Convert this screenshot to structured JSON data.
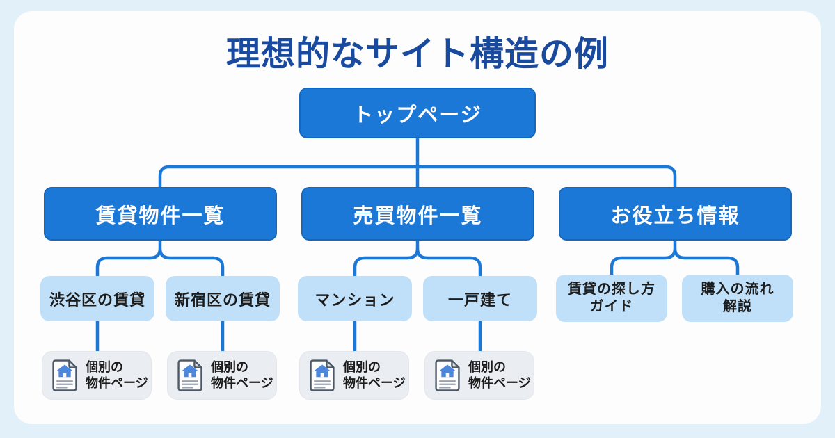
{
  "page": {
    "title": "理想的なサイト構造の例"
  },
  "root": {
    "label": "トップページ"
  },
  "level2": [
    {
      "label": "賃貸物件一覧"
    },
    {
      "label": "売買物件一覧"
    },
    {
      "label": "お役立ち情報"
    }
  ],
  "level3": [
    {
      "label": "渋谷区の賃貸"
    },
    {
      "label": "新宿区の賃貸"
    },
    {
      "label": "マンション"
    },
    {
      "label": "一戸建て"
    },
    {
      "line1": "賃貸の探し方",
      "line2": "ガイド"
    },
    {
      "line1": "購入の流れ",
      "line2": "解説"
    }
  ],
  "level4": {
    "line1": "個別の",
    "line2": "物件ページ"
  },
  "icons": {
    "leaf": "property-document-icon"
  },
  "colors": {
    "background": "#E2F0FA",
    "card": "#FDFDFD",
    "accent_blue": "#1C78D6",
    "light_blue": "#BFE0F8",
    "leaf_gray": "#EAEDF1",
    "title_blue": "#1A4A9E",
    "node_text": "#FFFFFF",
    "dark_text": "#1C1C1C"
  }
}
